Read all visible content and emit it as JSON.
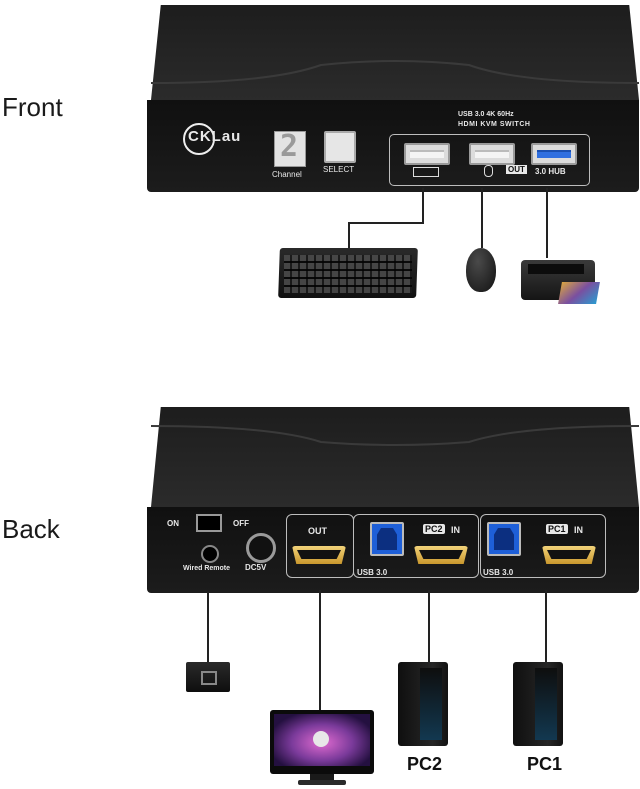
{
  "labels": {
    "front": "Front",
    "back": "Back"
  },
  "front_panel": {
    "brand": "CKLau",
    "display_digit": "2",
    "channel_label": "Channel",
    "select_label": "SELECT",
    "product_line1": "USB 3.0 4K 60Hz",
    "product_line2": "HDMI KVM SWITCH",
    "out_label": "OUT",
    "hub_label": "3.0 HUB"
  },
  "back_panel": {
    "on_label": "ON",
    "off_label": "OFF",
    "wired_remote_label": "Wired Remote",
    "dc_label": "DC5V",
    "out_label": "OUT",
    "pc2_badge": "PC2",
    "pc1_badge": "PC1",
    "in_label": "IN",
    "usb_label": "USB 3.0"
  },
  "devices": {
    "pc2": "PC2",
    "pc1": "PC1"
  },
  "colors": {
    "usb_blue": "#2f6fe0",
    "hdmi_gold": "#d9ab45",
    "panel_black": "#141414"
  }
}
